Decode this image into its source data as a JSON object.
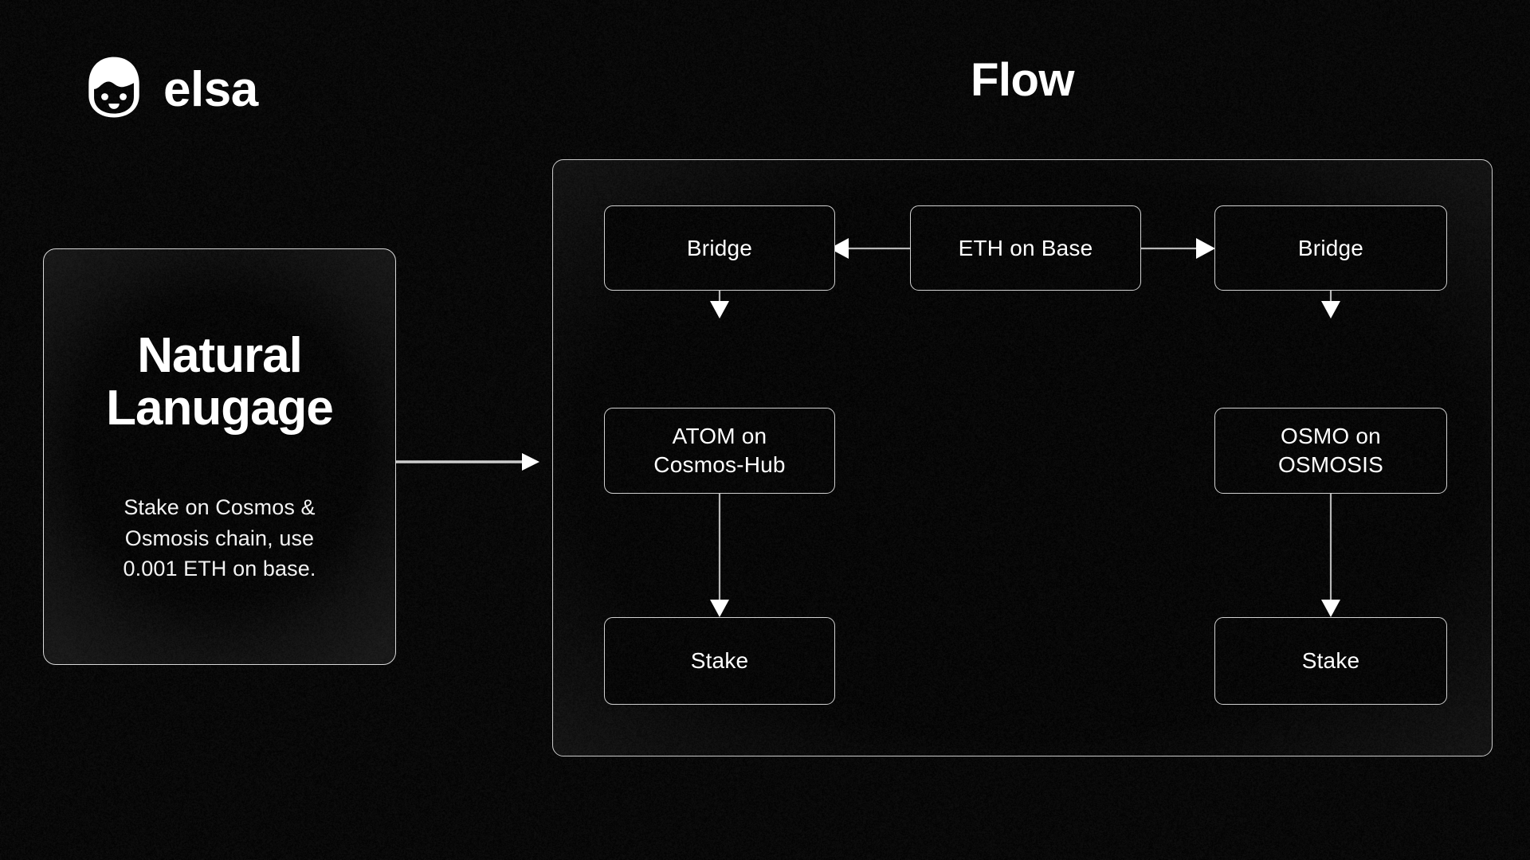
{
  "brand": {
    "wordmark": "elsa",
    "logo_icon": "robot-head-with-headphones-icon"
  },
  "header": {
    "title": "Flow"
  },
  "natural_language_panel": {
    "heading": "Natural\nLanugage",
    "body": "Stake on Cosmos &\nOsmosis chain, use\n0.001 ETH on base."
  },
  "flow": {
    "nodes": [
      {
        "id": "bridge-left",
        "label": "Bridge"
      },
      {
        "id": "eth-base",
        "label": "ETH on Base"
      },
      {
        "id": "bridge-right",
        "label": "Bridge"
      },
      {
        "id": "atom-cosmos",
        "label": "ATOM on\nCosmos-Hub"
      },
      {
        "id": "osmo-osmosis",
        "label": "OSMO on\nOSMOSIS"
      },
      {
        "id": "stake-left",
        "label": "Stake"
      },
      {
        "id": "stake-right",
        "label": "Stake"
      }
    ],
    "edges": [
      {
        "from": "eth-base",
        "to": "bridge-left",
        "direction": "left"
      },
      {
        "from": "eth-base",
        "to": "bridge-right",
        "direction": "right"
      },
      {
        "from": "bridge-left",
        "to": "atom-cosmos",
        "direction": "down"
      },
      {
        "from": "bridge-right",
        "to": "osmo-osmosis",
        "direction": "down"
      },
      {
        "from": "atom-cosmos",
        "to": "stake-left",
        "direction": "down"
      },
      {
        "from": "osmo-osmosis",
        "to": "stake-right",
        "direction": "down"
      },
      {
        "from": "natural-language-panel",
        "to": "flow-panel",
        "direction": "right"
      }
    ]
  },
  "colors": {
    "background": "#010101",
    "panel_background": "#000000",
    "border": "#cfcfcf",
    "text": "#ffffff",
    "edge": "#b5b5b5"
  }
}
